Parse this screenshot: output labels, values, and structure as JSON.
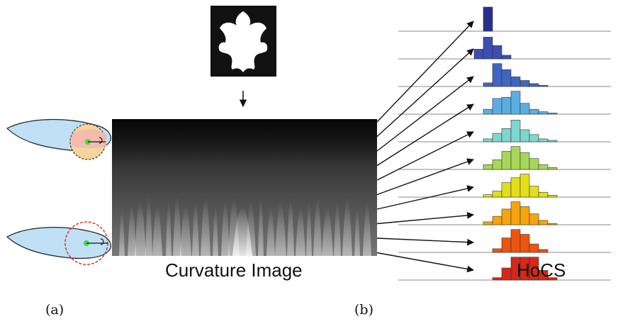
{
  "labels": {
    "curvature_image": "Curvature Image",
    "hocs": "HoCS",
    "panel_a": "(a)",
    "panel_b": "(b)"
  },
  "colors": {
    "leaf_fill": "#bfe0f5",
    "disk_pink": "#f4b8b0",
    "disk_orange": "#f6d49a",
    "center_green": "#44d84a",
    "circle_red": "#e03030",
    "silhouette": "#111111"
  },
  "histograms": [
    {
      "color": "#2a2f8f",
      "bins": [
        0,
        0,
        1.0,
        0,
        0,
        0,
        0,
        0,
        0,
        0
      ]
    },
    {
      "color": "#3c4db4",
      "bins": [
        0,
        0.4,
        0.9,
        0.55,
        0.15,
        0,
        0,
        0,
        0,
        0
      ]
    },
    {
      "color": "#3f66c0",
      "bins": [
        0,
        0,
        0.15,
        0.95,
        0.7,
        0.4,
        0.25,
        0.12,
        0.05,
        0
      ]
    },
    {
      "color": "#5aaee2",
      "bins": [
        0,
        0,
        0.2,
        0.65,
        0.7,
        0.95,
        0.45,
        0.2,
        0.1,
        0.05
      ]
    },
    {
      "color": "#7fd6cc",
      "bins": [
        0,
        0,
        0.12,
        0.35,
        0.55,
        0.9,
        0.5,
        0.3,
        0.12,
        0.06
      ]
    },
    {
      "color": "#a8d65a",
      "bins": [
        0,
        0,
        0.2,
        0.4,
        0.75,
        0.95,
        0.7,
        0.45,
        0.2,
        0.08
      ]
    },
    {
      "color": "#e4de1a",
      "bins": [
        0,
        0,
        0.1,
        0.25,
        0.6,
        0.8,
        0.95,
        0.45,
        0.2,
        0.08
      ]
    },
    {
      "color": "#f4a40c",
      "bins": [
        0,
        0,
        0.12,
        0.35,
        0.65,
        0.95,
        0.75,
        0.45,
        0.18,
        0.05
      ]
    },
    {
      "color": "#ec5410",
      "bins": [
        0,
        0,
        0,
        0.15,
        0.6,
        0.95,
        0.75,
        0.35,
        0.12,
        0
      ]
    },
    {
      "color": "#d42818",
      "bins": [
        0,
        0,
        0,
        0.1,
        0.5,
        0.95,
        0.95,
        0.95,
        0.4,
        0.1
      ]
    }
  ]
}
